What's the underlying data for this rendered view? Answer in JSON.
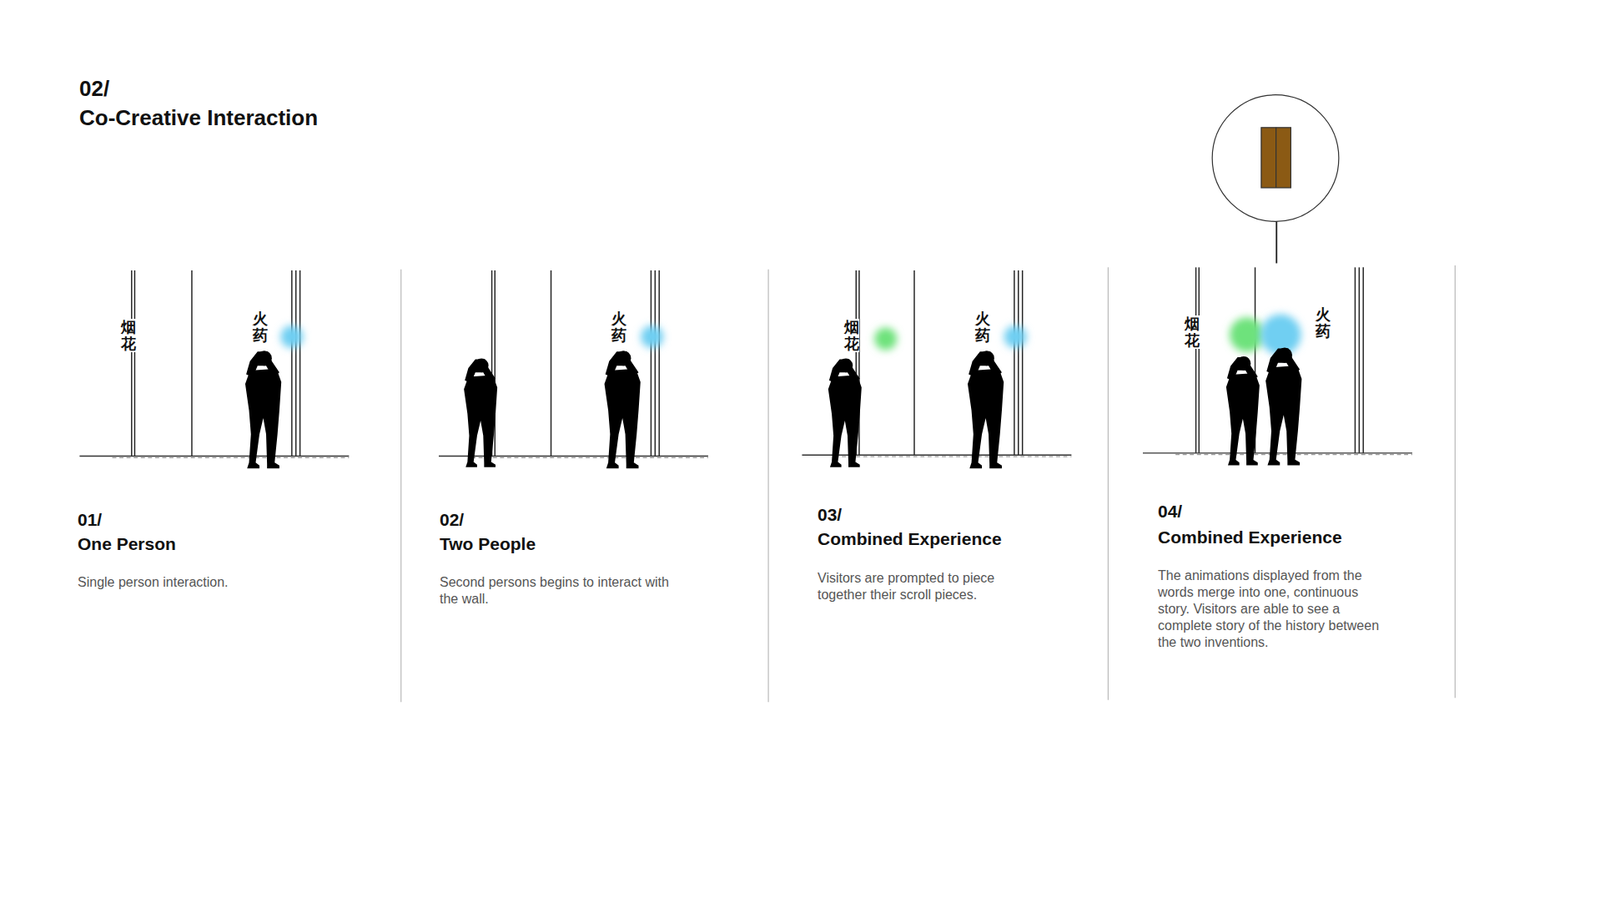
{
  "diagram": {
    "title": "Co-Creative Interaction",
    "labels": [
      "02/",
      "烟花",
      "火药",
      "01/",
      "One Person",
      "Single person interaction.",
      "火药",
      "02/",
      "Two People",
      "Second persons begins to interact with the wall.",
      "烟花",
      "火药",
      "03/",
      "Combined Experience",
      "Visitors are prompted to piece together their scroll pieces.",
      "烟花",
      "火药",
      "04/",
      "Combined Experience",
      "The animations displayed from the words merge into one, continuous story. Visitors are able to see a complete story of the history between the two inventions."
    ]
  }
}
